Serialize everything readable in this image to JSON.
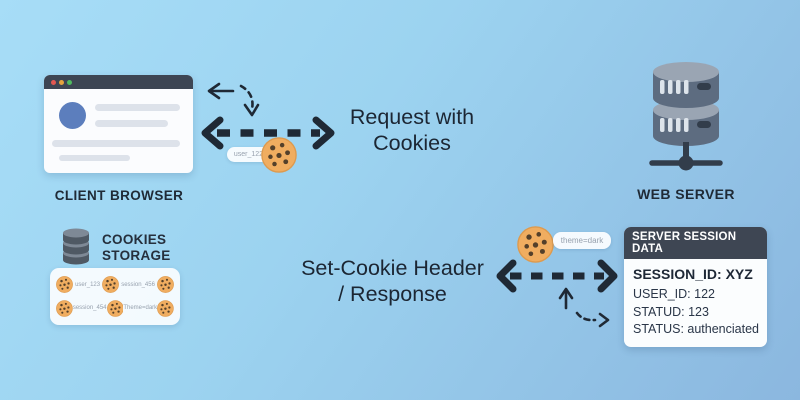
{
  "colors": {
    "background_start": "#a7ddf7",
    "background_end": "#8bb7df",
    "ink": "#1f2935",
    "panel_header": "#3e4653",
    "cookie_body": "#f0ad60",
    "avatar_accent": "#5c7ebd"
  },
  "client": {
    "label": "CLIENT BROWSER"
  },
  "web_server": {
    "label": "WEB SERVER"
  },
  "request": {
    "line1": "Request with",
    "line2": "Cookies",
    "cookie_tag": "user_122"
  },
  "response": {
    "line1": "Set-Cookie Header",
    "line2": "/ Response",
    "cookie_tag": "theme=dark"
  },
  "storage": {
    "line1": "COOKIES",
    "line2": "STORAGE",
    "cookie_tags": [
      "user_123",
      "session_456",
      "session_454",
      "Theme=dark"
    ]
  },
  "session_panel": {
    "header": "SERVER SESSION DATA",
    "session_id": "SESSION_ID: XYZ",
    "fields": [
      "USER_ID: 122",
      "STATUD: 123",
      "STATUS: authenciated"
    ]
  }
}
